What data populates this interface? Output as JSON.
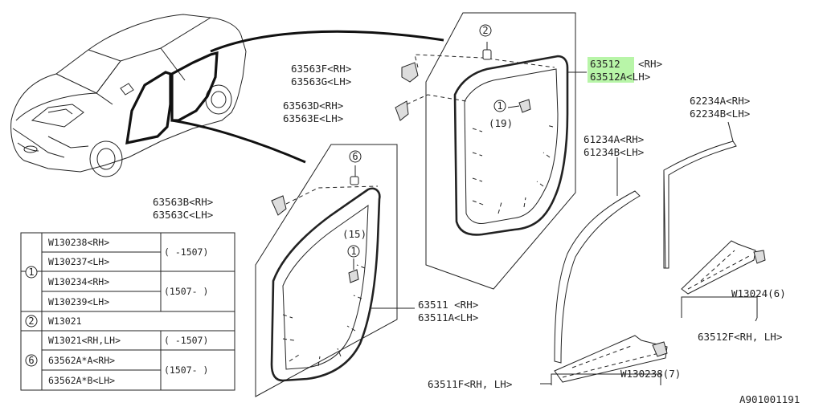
{
  "callouts": {
    "c63512": "63512",
    "c63512_rh": "<RH>",
    "c63512a": "63512A<LH>",
    "c63563f": "63563F<RH>",
    "c63563g": "63563G<LH>",
    "c63563d": "63563D<RH>",
    "c63563e": "63563E<LH>",
    "c63563b": "63563B<RH>",
    "c63563c": "63563C<LH>",
    "c63511": "63511 <RH>",
    "c63511a": "63511A<LH>",
    "c63511f": "63511F<RH, LH>",
    "c61234a": "61234A<RH>",
    "c61234b": "61234B<LH>",
    "c62234a": "62234A<RH>",
    "c62234b": "62234B<LH>",
    "c63512f": "63512F<RH, LH>",
    "cw13024": "W13024(6)",
    "cw130238": "W130238(7)",
    "qty19": "(19)",
    "qty15": "(15)",
    "m1a": "1",
    "m1b": "1",
    "m2": "2",
    "m6": "6"
  },
  "legend": {
    "rows": [
      {
        "ref": "1",
        "parts": [
          "W130238<RH>",
          "W130237<LH>"
        ],
        "range": "( -1507)"
      },
      {
        "ref": "",
        "parts": [
          "W130234<RH>",
          "W130239<LH>"
        ],
        "range": "(1507- )"
      },
      {
        "ref": "2",
        "parts": [
          "W13021"
        ],
        "range": ""
      },
      {
        "ref": "6",
        "parts": [
          "W13021<RH,LH>"
        ],
        "range": "( -1507)"
      },
      {
        "ref": "",
        "parts": [
          "63562A*A<RH>",
          "63562A*B<LH>"
        ],
        "range": "(1507- )"
      }
    ]
  },
  "diagram_id": "A901001191",
  "colors": {
    "highlight": "#b8f5a8",
    "ink": "#222222"
  }
}
